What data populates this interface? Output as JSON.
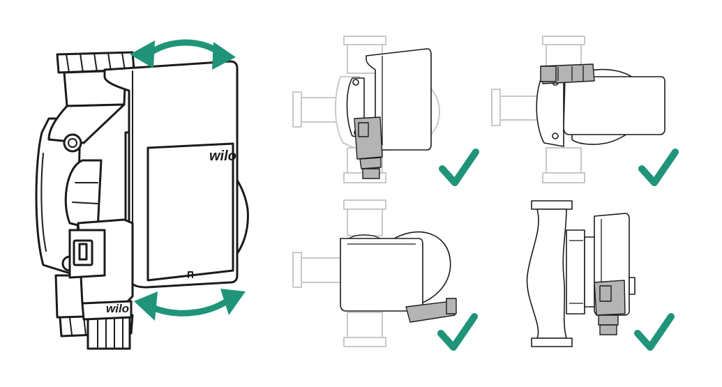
{
  "brand": {
    "logo_text": "wilo",
    "logo_text_connector": "wilo"
  },
  "colors": {
    "accent": "#1f9478",
    "ink": "#1a1a1a",
    "ghost": "#c8c8c8",
    "connector_grey": "#b4b4b4"
  },
  "icons": {
    "rotation_arrow": "double-headed-curved-arrow",
    "approved_mark": "check-mark"
  },
  "positions": [
    {
      "id": "motor-up",
      "approved": true
    },
    {
      "id": "motor-rotated-right",
      "approved": true
    },
    {
      "id": "motor-rotated-down",
      "approved": true
    },
    {
      "id": "motor-side-view",
      "approved": true
    }
  ]
}
